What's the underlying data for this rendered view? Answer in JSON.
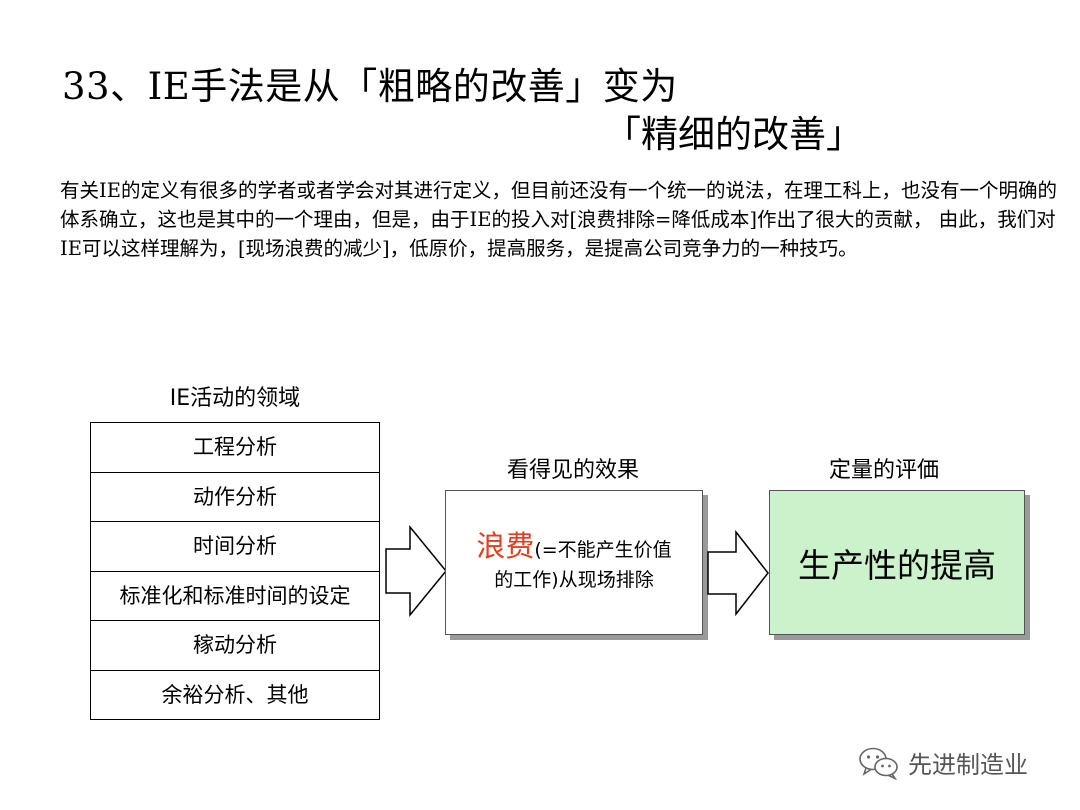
{
  "title": {
    "line1": "33、IE手法是从「粗略的改善」变为",
    "line2": "「精细的改善」"
  },
  "intro": "有关IE的定义有很多的学者或者学会对其进行定义，但目前还没有一个统一的说法，在理工科上，也没有一个明确的体系确立，这也是其中的一个理由，但是，由于IE的投入对[浪费排除=降低成本]作出了很大的贡献，  由此，我们对IE可以这样理解为，[现场浪费的减少]，低原价，提高服务，是提高公司竞争力的一种技巧。",
  "domains": {
    "title": "IE活动的领域",
    "items": [
      "工程分析",
      "动作分析",
      "时间分析",
      "标准化和标准时间的设定",
      "稼动分析",
      "余裕分析、其他"
    ]
  },
  "visible_effect": {
    "caption": "看得见的效果",
    "keyword": "浪费",
    "line1_rest": "(=不能产生价值",
    "line2": "的工作)从现场排除"
  },
  "evaluation": {
    "caption": "定量的评価",
    "result": "生产性的提高"
  },
  "watermark": {
    "icon": "wechat-icon",
    "text": "先进制造业"
  },
  "colors": {
    "keyword": "#e0401f",
    "result_fill": "#ccf2cc",
    "shadow": "#9a9a9a"
  }
}
